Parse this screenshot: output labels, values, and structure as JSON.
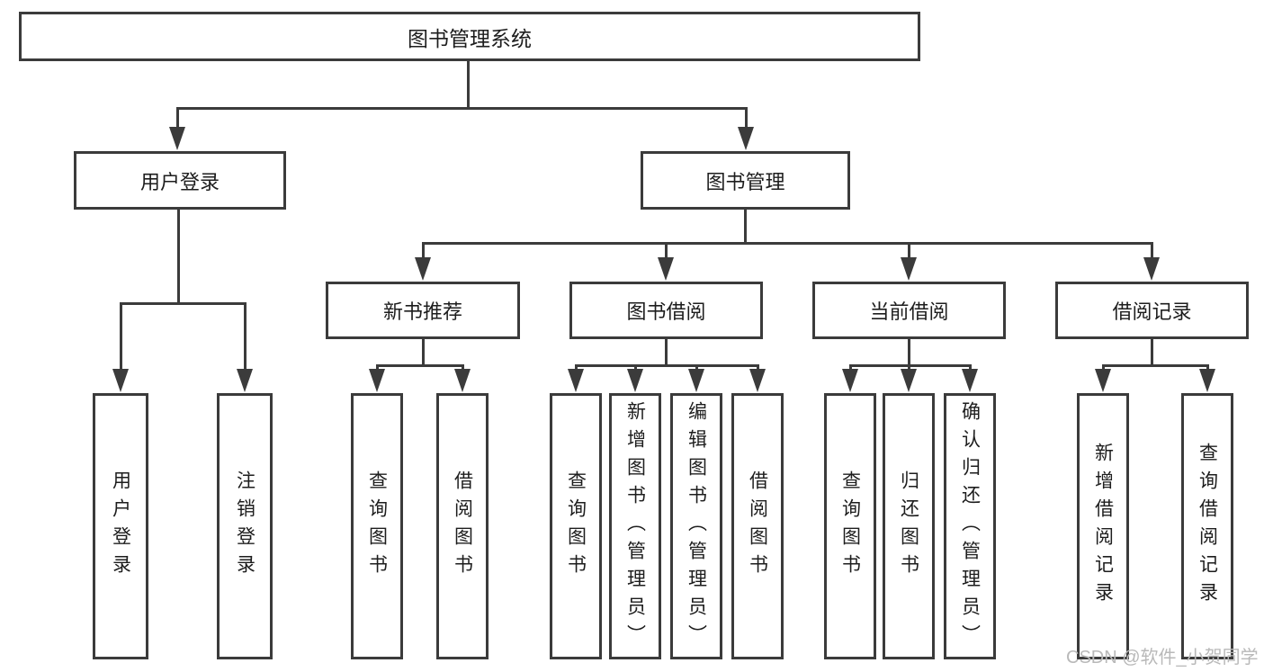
{
  "diagram": {
    "root": {
      "label": "图书管理系统"
    },
    "level2": [
      {
        "label": "用户登录"
      },
      {
        "label": "图书管理"
      }
    ],
    "level3": [
      {
        "label": "新书推荐"
      },
      {
        "label": "图书借阅"
      },
      {
        "label": "当前借阅"
      },
      {
        "label": "借阅记录"
      }
    ],
    "leaves": {
      "user_login": [
        "用户登录",
        "注销登录"
      ],
      "new_book": [
        "查询图书",
        "借阅图书"
      ],
      "book_borrow": [
        "查询图书",
        "新增图书（管理员）",
        "编辑图书（管理员）",
        "借阅图书"
      ],
      "current_borrow": [
        "查询图书",
        "归还图书",
        "确认归还（管理员）"
      ],
      "borrow_record": [
        "新增借阅记录",
        "查询借阅记录"
      ]
    }
  },
  "watermark": {
    "text": "CSDN @软件_小贺同学"
  },
  "colors": {
    "line": "#3b3b3b",
    "text": "#1d1d1d",
    "watermark": "#b9b9b9",
    "background": "#ffffff"
  }
}
